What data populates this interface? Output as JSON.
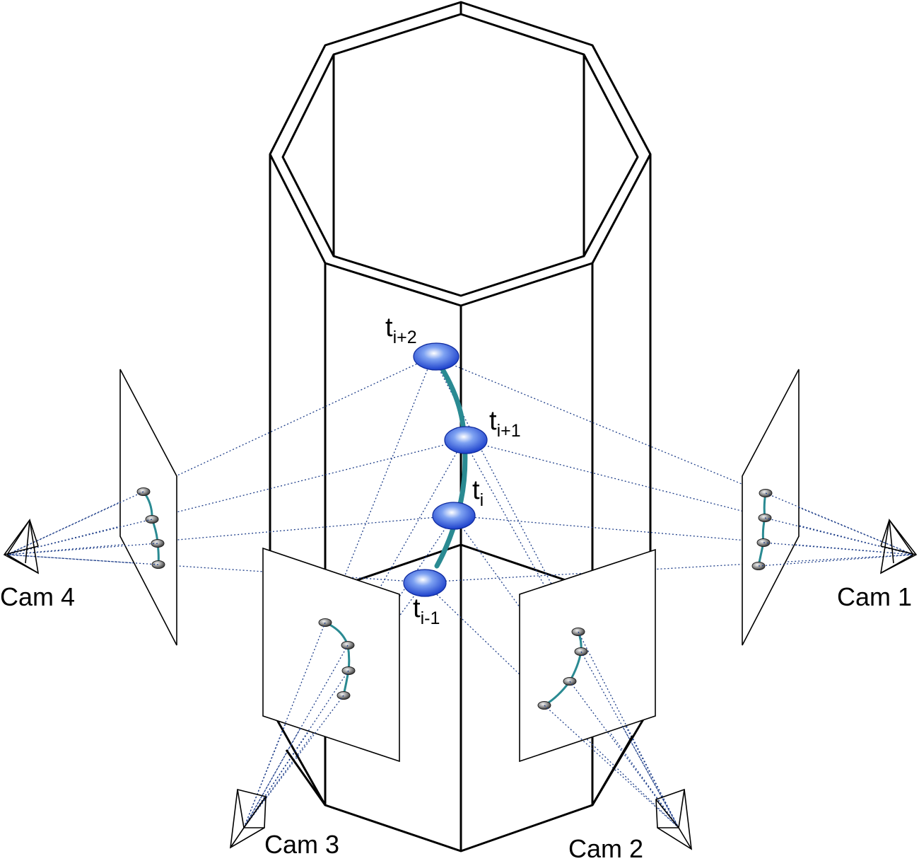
{
  "labels": {
    "time_points": [
      {
        "id": "t-i-plus-2",
        "main": "t",
        "sub": "i+2"
      },
      {
        "id": "t-i-plus-1",
        "main": "t",
        "sub": "i+1"
      },
      {
        "id": "t-i",
        "main": "t",
        "sub": "i"
      },
      {
        "id": "t-i-minus-1",
        "main": "t",
        "sub": "i-1"
      }
    ],
    "cameras": [
      {
        "id": "cam-1",
        "label": "Cam 1"
      },
      {
        "id": "cam-2",
        "label": "Cam 2"
      },
      {
        "id": "cam-3",
        "label": "Cam 3"
      },
      {
        "id": "cam-4",
        "label": "Cam 4"
      }
    ]
  },
  "colors": {
    "trajectory": "#2a8a92",
    "ray": "#1f3f8a",
    "marker_blue": "#2e55d6",
    "image_point_grey": "#6a6a6a"
  }
}
